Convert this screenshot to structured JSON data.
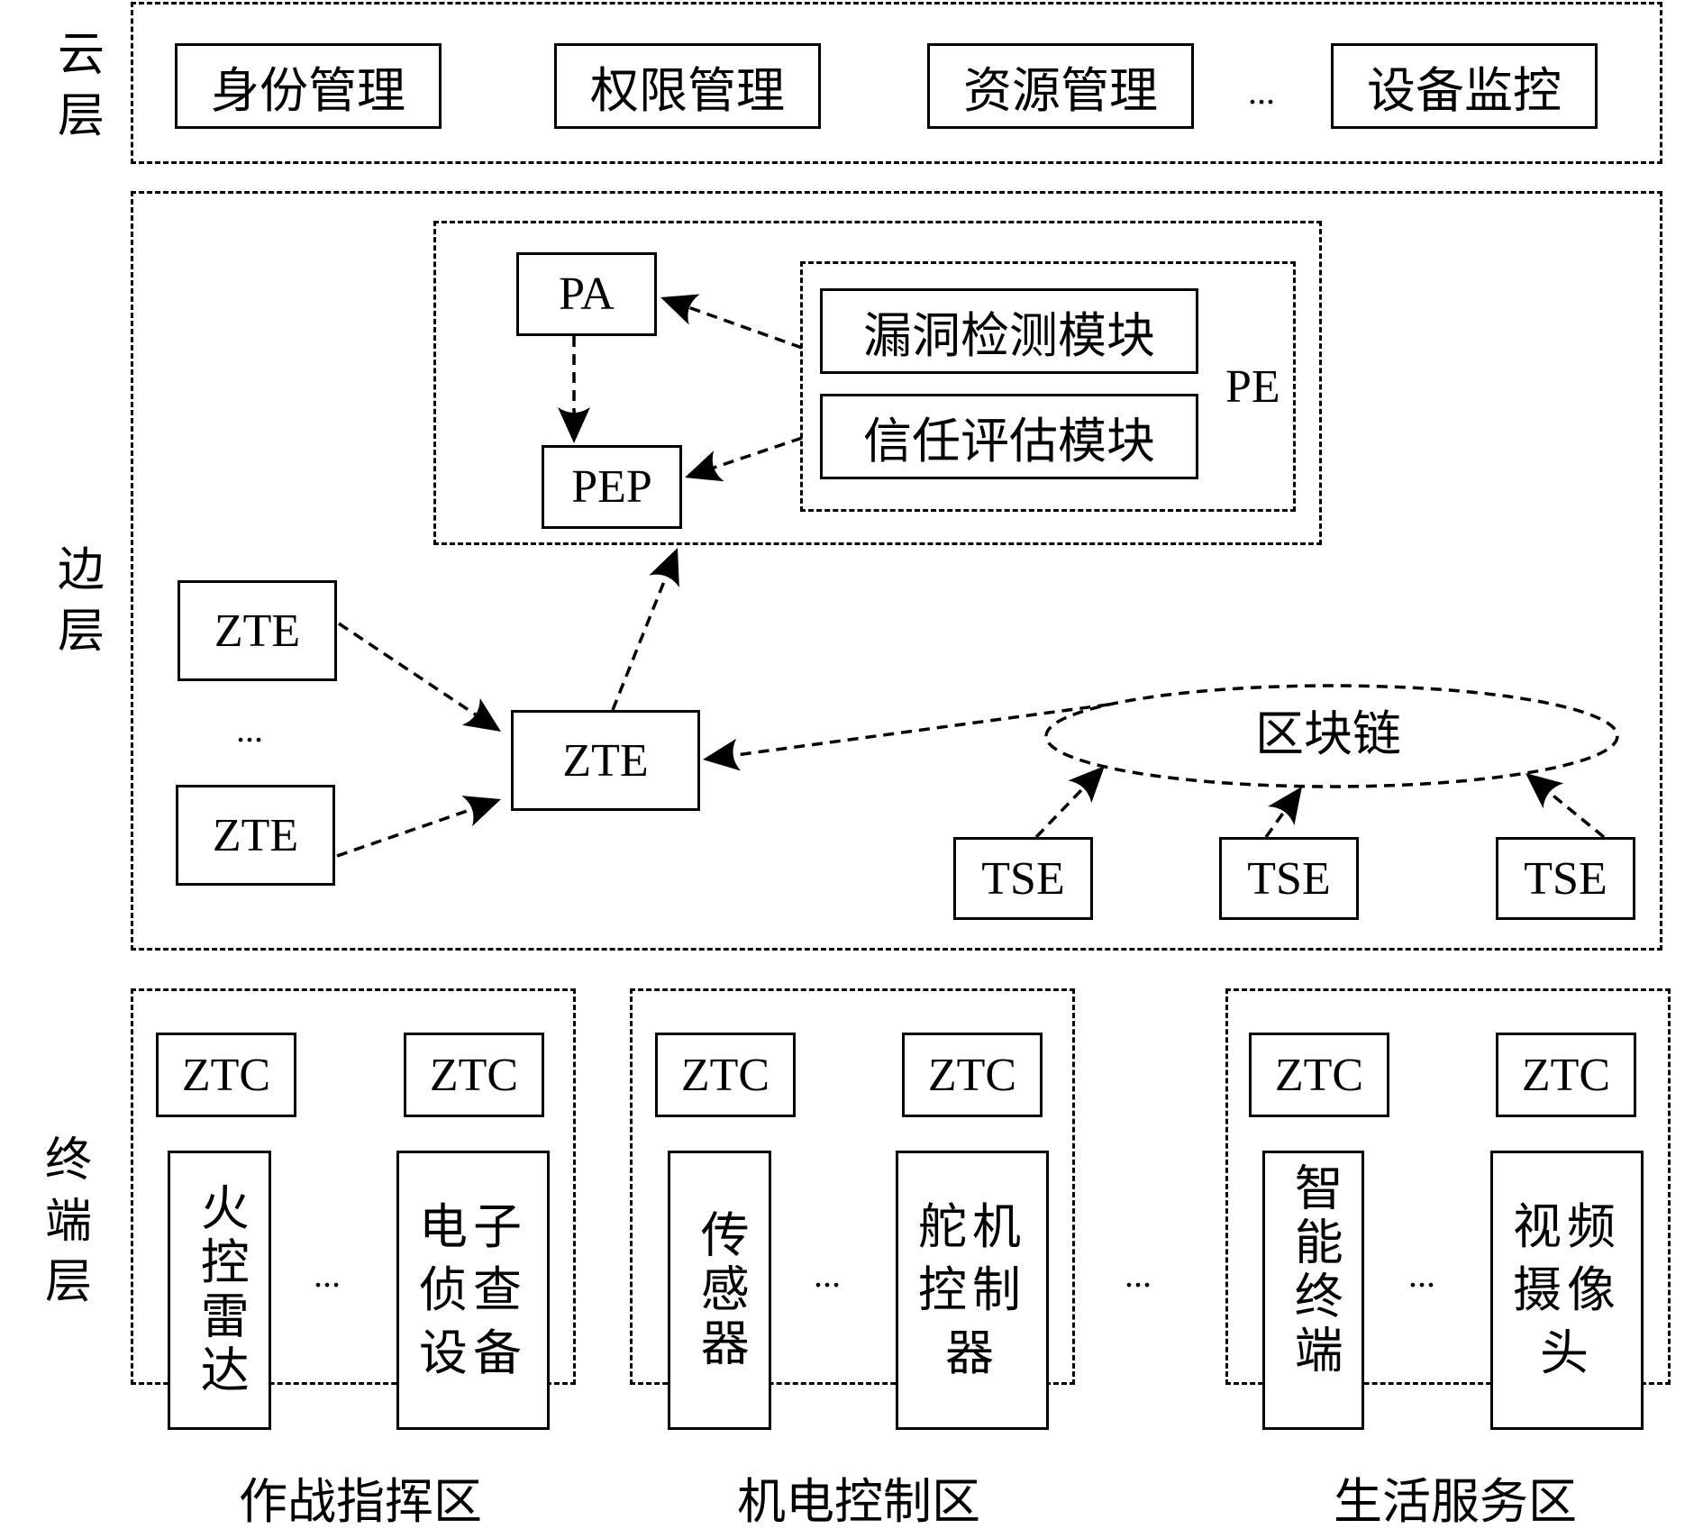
{
  "layers": {
    "cloud": {
      "label": "云层",
      "modules": [
        "身份管理",
        "权限管理",
        "资源管理",
        "设备监控"
      ],
      "ellipsis": "..."
    },
    "edge": {
      "label": "边层",
      "pa": "PA",
      "pep": "PEP",
      "pe": {
        "label": "PE",
        "modules": [
          "漏洞检测模块",
          "信任评估模块"
        ]
      },
      "zte_left": [
        "ZTE",
        "ZTE"
      ],
      "zte_ellipsis": "...",
      "zte_center": "ZTE",
      "blockchain": "区块链",
      "tse": [
        "TSE",
        "TSE",
        "TSE"
      ]
    },
    "terminal": {
      "label": "终端层",
      "zones": [
        {
          "name": "作战指挥区",
          "ztc": [
            "ZTC",
            "ZTC"
          ],
          "devices": [
            "火控雷达",
            "电子侦查设备"
          ]
        },
        {
          "name": "机电控制区",
          "ztc": [
            "ZTC",
            "ZTC"
          ],
          "devices": [
            "传感器",
            "舵机控制器"
          ]
        },
        {
          "name": "生活服务区",
          "ztc": [
            "ZTC",
            "ZTC"
          ],
          "devices": [
            "智能终端",
            "视频摄像头"
          ]
        }
      ],
      "ellipsis": "..."
    }
  }
}
